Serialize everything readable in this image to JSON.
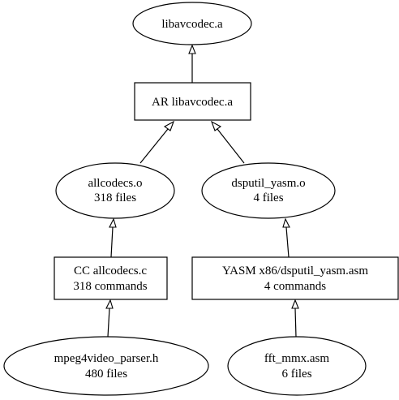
{
  "nodes": {
    "libavcodec": {
      "line1": "libavcodec.a"
    },
    "ar": {
      "line1": "AR libavcodec.a"
    },
    "allcodecs_o": {
      "line1": "allcodecs.o",
      "line2": "318 files"
    },
    "dsputil_o": {
      "line1": "dsputil_yasm.o",
      "line2": "4 files"
    },
    "cc": {
      "line1": "CC allcodecs.c",
      "line2": "318 commands"
    },
    "yasm": {
      "line1": "YASM x86/dsputil_yasm.asm",
      "line2": "4 commands"
    },
    "mpeg4": {
      "line1": "mpeg4video_parser.h",
      "line2": "480 files"
    },
    "fft": {
      "line1": "fft_mmx.asm",
      "line2": "6 files"
    }
  },
  "edges": [
    {
      "from": "ar",
      "to": "libavcodec"
    },
    {
      "from": "allcodecs_o",
      "to": "ar"
    },
    {
      "from": "dsputil_o",
      "to": "ar"
    },
    {
      "from": "cc",
      "to": "allcodecs_o"
    },
    {
      "from": "yasm",
      "to": "dsputil_o"
    },
    {
      "from": "mpeg4",
      "to": "cc"
    },
    {
      "from": "fft",
      "to": "yasm"
    }
  ]
}
